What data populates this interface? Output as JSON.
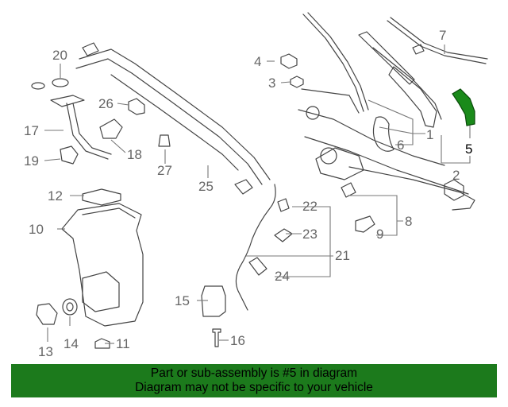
{
  "callouts": {
    "c1": "1",
    "c2": "2",
    "c3": "3",
    "c4": "4",
    "c5": "5",
    "c6": "6",
    "c7": "7",
    "c8": "8",
    "c9": "9",
    "c10": "10",
    "c11": "11",
    "c12": "12",
    "c13": "13",
    "c14": "14",
    "c15": "15",
    "c16": "16",
    "c17": "17",
    "c18": "18",
    "c19": "19",
    "c20": "20",
    "c21": "21",
    "c22": "22",
    "c23": "23",
    "c24": "24",
    "c25": "25",
    "c26": "26",
    "c27": "27"
  },
  "highlighted_part": "5",
  "highlight_color": "#1a8a1a",
  "banner": {
    "line1": "Part or sub-assembly is #5 in diagram",
    "line2": "Diagram may not be specific to your vehicle",
    "background": "#1c7a1c"
  }
}
